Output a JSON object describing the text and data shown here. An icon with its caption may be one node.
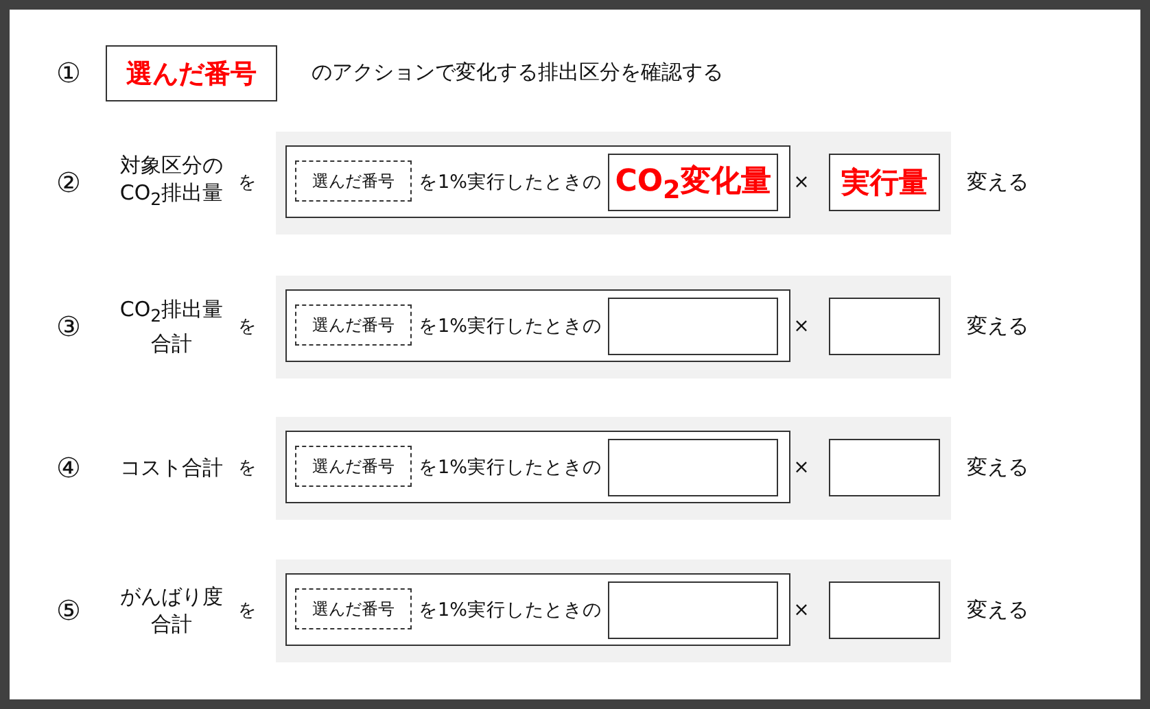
{
  "diagram": {
    "nodes": [
      {
        "text": [
          "選んだ番号"
        ]
      },
      {
        "text": [],
        "shape": "box"
      },
      {
        "text": [
          "を1%実行したときの"
        ],
        "in": 1
      },
      {
        "text": [
          "選んだ番号"
        ],
        "in": 2
      },
      {
        "text": [
          "CO$_{2}$変化量"
        ],
        "in": 2
      },
      {
        "text": [
          "実行量"
        ],
        "in": 1
      },
      {
        "text": [],
        "shape": "box"
      },
      {
        "text": [
          "を1%実行したときの"
        ],
        "in": 6
      },
      {
        "text": [
          "選んだ番号"
        ],
        "in": 7
      },
      {
        "text": [],
        "shape": "box",
        "in": 7
      },
      {
        "text": [],
        "shape": "box",
        "in": 6
      },
      {
        "text": [],
        "shape": "box"
      },
      {
        "text": [
          "を1%実行したときの"
        ],
        "in": 11
      },
      {
        "text": [
          "選んだ番号"
        ],
        "in": 12
      },
      {
        "text": [],
        "shape": "box",
        "in": 12
      },
      {
        "text": [],
        "shape": "box",
        "in": 11
      },
      {
        "text": [],
        "shape": "box"
      },
      {
        "text": [
          "を1%実行したときの"
        ],
        "in": 16
      },
      {
        "text": [
          "選んだ番号"
        ],
        "in": 17
      },
      {
        "text": [],
        "shape": "box",
        "in": 17
      },
      {
        "text": [],
        "shape": "box",
        "in": 16
      }
    ],
    "labels": [
      "①",
      "のアクションで変化する排出区分を確認する",
      "②",
      "対象区分のCO$_{2}$排出量",
      "を",
      "×",
      "変える",
      "③",
      "CO$_{2}$排出量合計",
      "を",
      "×",
      "変える",
      "④",
      "コスト合計",
      "を",
      "×",
      "変える",
      "⑤",
      "がんばり度合計",
      "を",
      "×",
      "変える"
    ]
  }
}
